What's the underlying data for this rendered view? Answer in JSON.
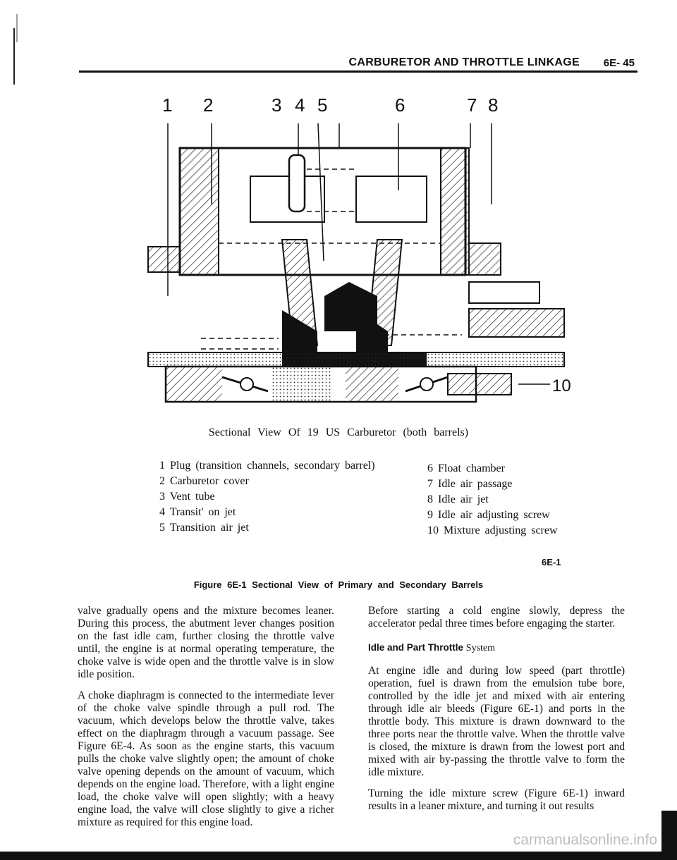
{
  "header": {
    "title": "CARBURETOR AND THROTTLE LINKAGE",
    "page": "6E- 45"
  },
  "diagram": {
    "callouts_top": [
      "1",
      "2",
      "3",
      "4",
      "5",
      "6",
      "7",
      "8"
    ],
    "callout_right": "10"
  },
  "caption": "Sectional View Of 19 US Carburetor (both barrels)",
  "legend": {
    "left": [
      "1 Plug (transition channels, secondary barrel)",
      "2 Carburetor cover",
      "3 Vent tube",
      "4 Transit' on jet",
      "5 Transition air jet"
    ],
    "right": [
      "6 Float chamber",
      "7 Idle air passage",
      "8 Idle air jet",
      "9 Idle air adjusting screw",
      "10 Mixture adjusting screw"
    ]
  },
  "figure_code": "6E-1",
  "figure_caption": "Figure 6E-1 Sectional View of Primary and Secondary Barrels",
  "body_left": [
    "valve gradually opens and the mixture becomes leaner. During this process, the abutment lever changes position on the fast idle cam, further closing the throttle valve until, the engine is at normal operating temperature, the choke valve is wide open and the throttle valve is in slow idle position.",
    "A choke diaphragm is connected to the intermediate lever of the choke valve spindle through a pull rod. The vacuum, which develops below the throttle valve, takes effect on the diaphragm through a vacuum passage. See Figure 6E-4. As soon as the engine starts, this vacuum pulls the choke valve slightly open; the amount of choke valve opening depends on the amount of vacuum, which depends on the engine load. Therefore, with a light engine load, the choke valve will open slightly; with a heavy engine load, the valve will close slightly to give a richer mixture as required for this engine load."
  ],
  "body_right": {
    "intro": "Before starting a cold engine slowly, depress the accelerator pedal three times before engaging the starter.",
    "subhead_bold": "Idle and Part Throttle",
    "subhead_plain": "System",
    "para1": "At engine idle and during low speed (part throttle) operation, fuel is drawn from the emulsion tube bore, controlled by the idle jet and mixed with air entering through idle air bleeds (Figure 6E-1) and ports in the throttle body. This mixture is drawn downward to the three ports near the throttle valve. When the throttle valve is closed, the mixture is drawn from the lowest port and mixed with air by-passing the throttle valve to form the idle mixture.",
    "para2": "Turning the idle mixture screw (Figure 6E-1) inward results in a leaner mixture, and turning it out results"
  },
  "watermark": "carmanualsonline.info"
}
